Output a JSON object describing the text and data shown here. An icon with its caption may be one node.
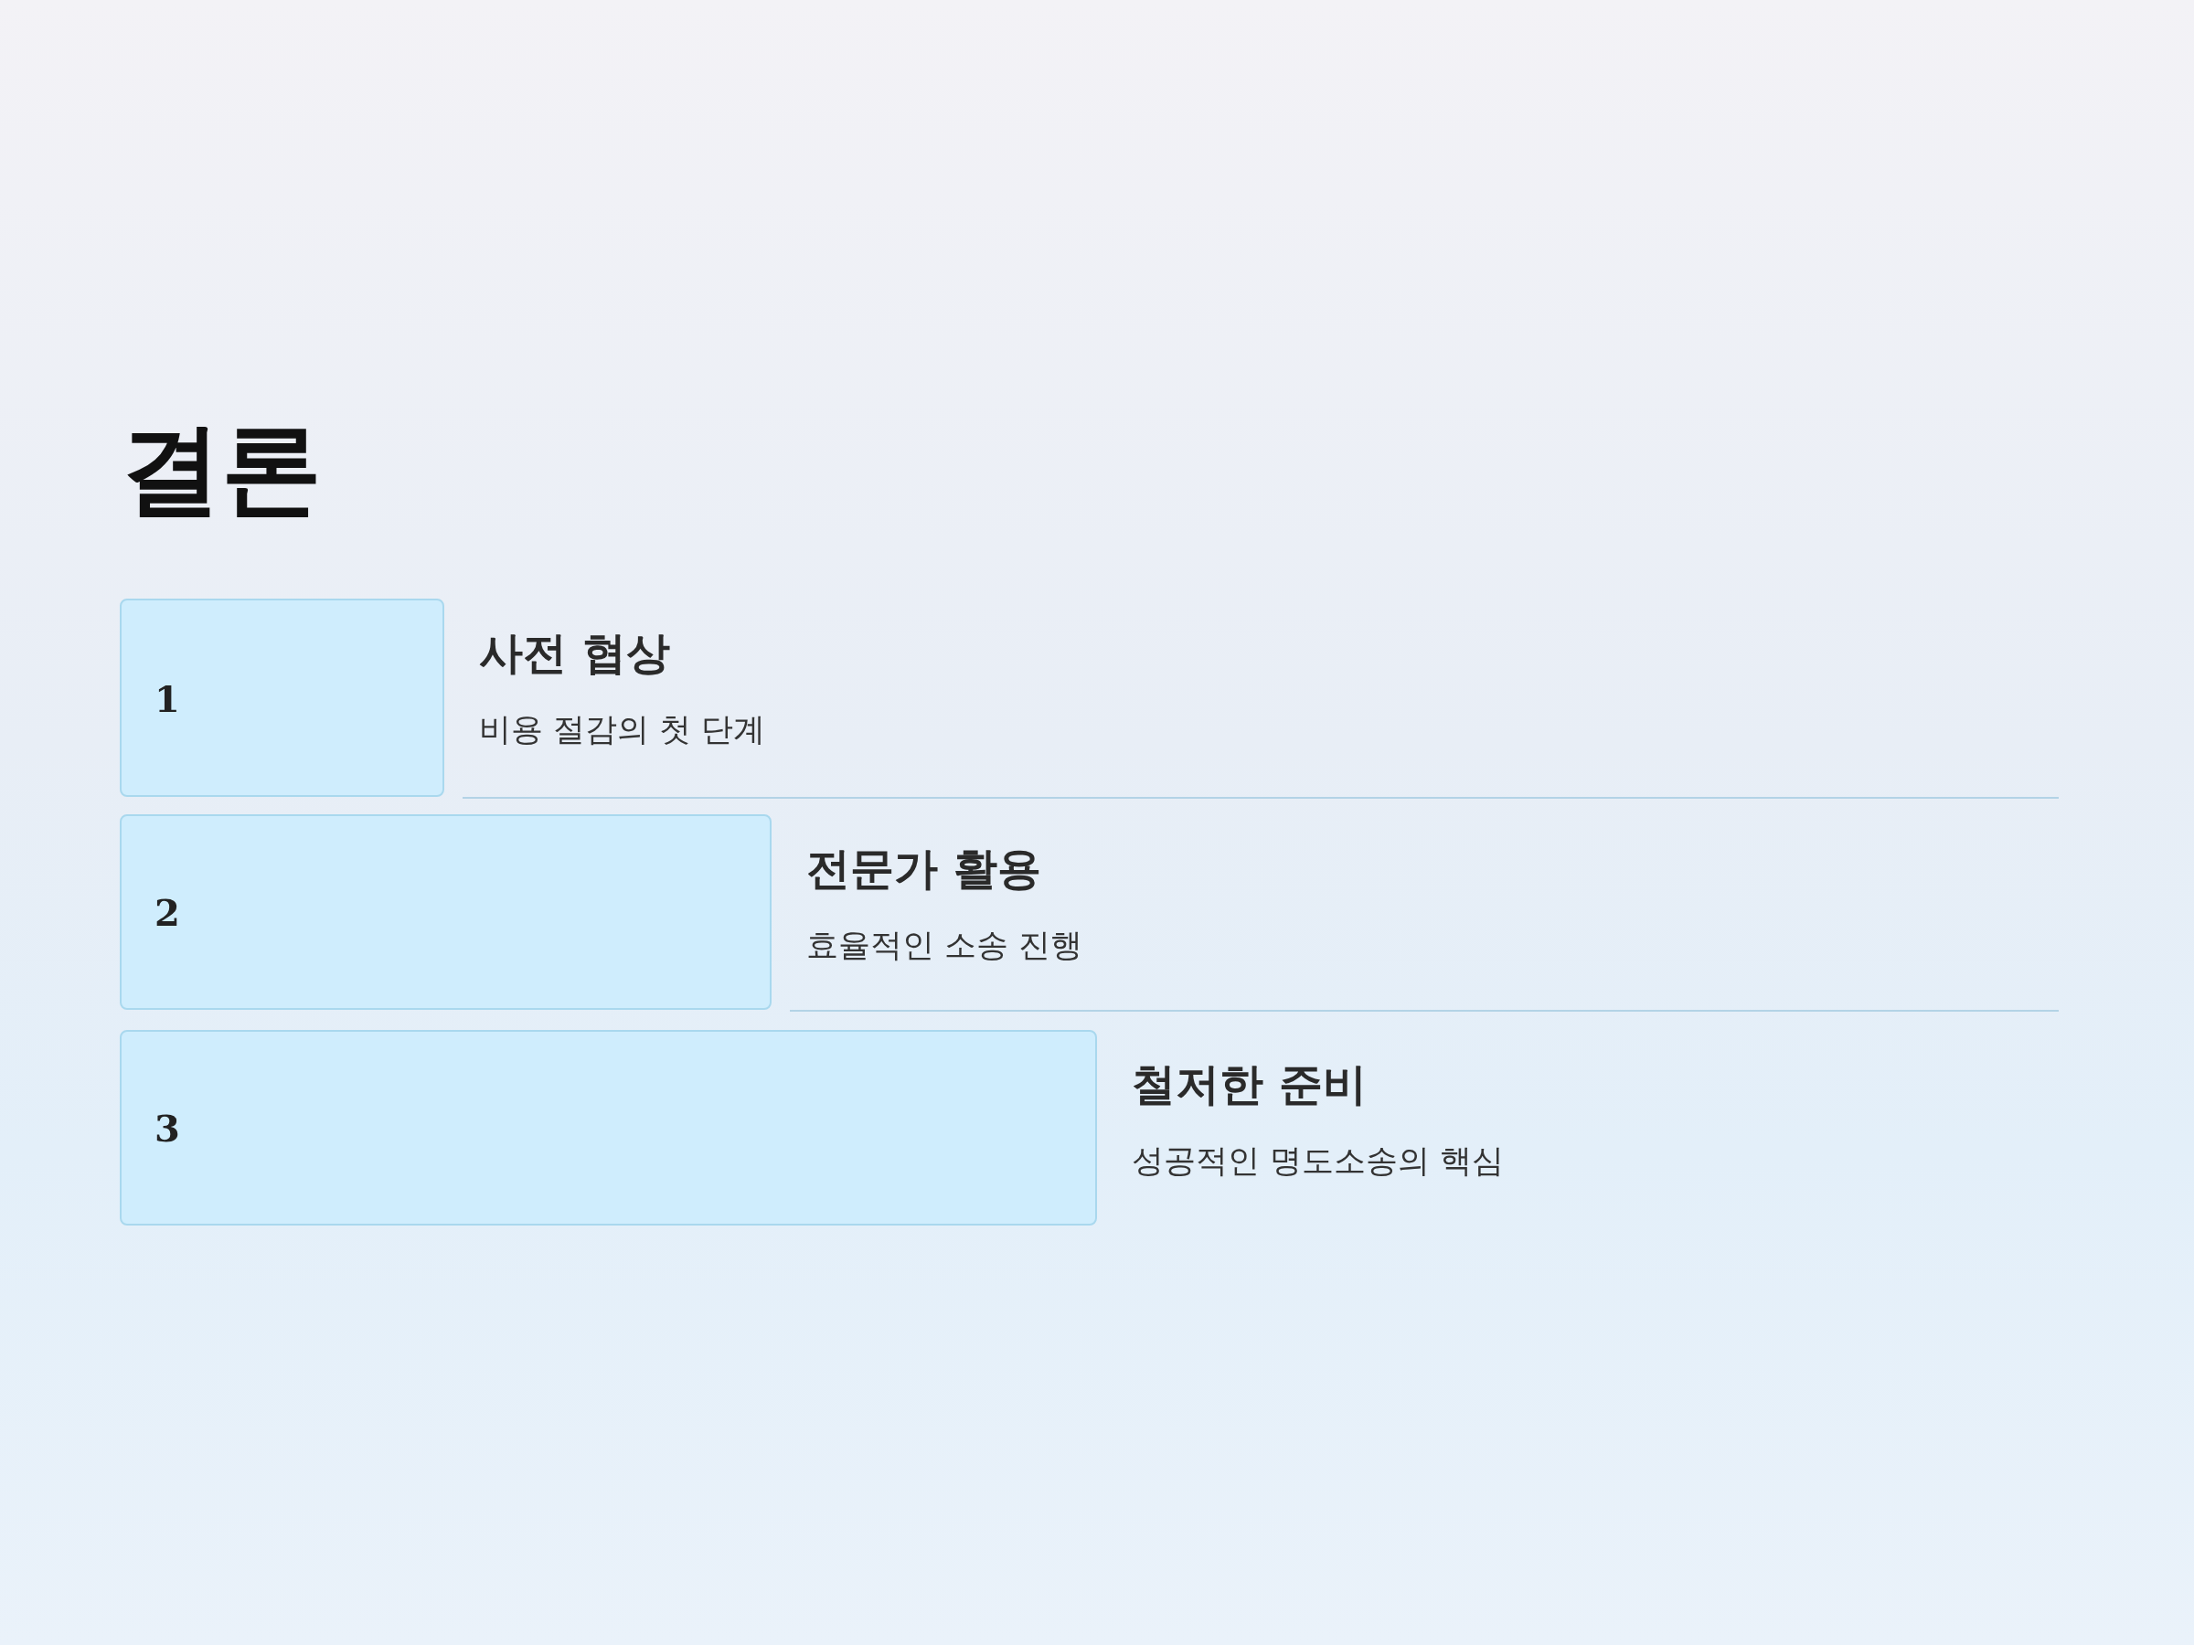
{
  "diagram": {
    "title": "결론",
    "nodes": [
      {
        "text": [
          "1"
        ],
        "beside": [
          "사전 협상",
          "비용 절감의 첫 단계"
        ]
      },
      {
        "text": [
          "2"
        ],
        "beside": [
          "전문가 활용",
          "효율적인 소송 진행"
        ]
      },
      {
        "text": [
          "3"
        ],
        "beside": [
          "철저한 준비",
          "성공적인 명도소송의 핵심"
        ]
      }
    ]
  }
}
